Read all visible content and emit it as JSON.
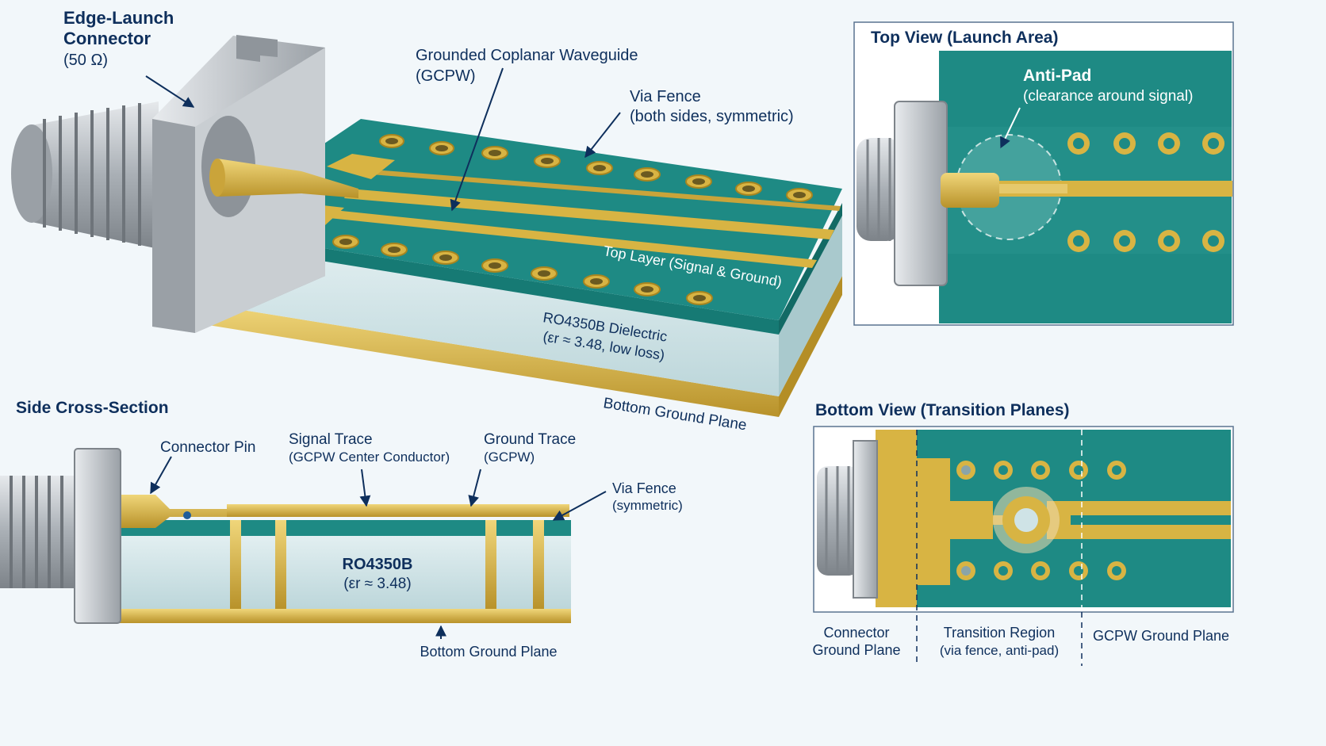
{
  "main_view": {
    "connector_title_1": "Edge-Launch",
    "connector_title_2": "Connector",
    "connector_sub": "(50 Ω)",
    "gcpw_1": "Grounded Coplanar Waveguide",
    "gcpw_2": "(GCPW)",
    "via_fence_1": "Via Fence",
    "via_fence_2": "(both sides, symmetric)",
    "top_layer": "Top Layer (Signal & Ground)",
    "dielectric_1": "RO4350B Dielectric",
    "dielectric_2": "(εr ≈ 3.48, low loss)",
    "bottom_ground": "Bottom Ground Plane"
  },
  "top_view": {
    "title": "Top View (Launch Area)",
    "anti_pad": "Anti-Pad",
    "anti_pad_sub": "(clearance around signal)"
  },
  "side_section": {
    "title": "Side Cross-Section",
    "connector_pin": "Connector Pin",
    "signal_trace_1": "Signal Trace",
    "signal_trace_2": "(GCPW Center Conductor)",
    "ground_trace_1": "Ground Trace",
    "ground_trace_2": "(GCPW)",
    "via_fence_1": "Via Fence",
    "via_fence_2": "(symmetric)",
    "material_1": "RO4350B",
    "material_2": "(εr ≈ 3.48)",
    "bottom_ground": "Bottom Ground Plane"
  },
  "bottom_view": {
    "title": "Bottom View (Transition Planes)",
    "region_1_line1": "Connector",
    "region_1_line2": "Ground Plane",
    "region_2_line1": "Transition Region",
    "region_2_line2": "(via fence, anti-pad)",
    "region_3": "GCPW Ground Plane"
  },
  "colors": {
    "pcb": "#1e8a84",
    "gold": "#d8b443",
    "dielectric": "#cfe3e6",
    "label": "#0e2f5c",
    "metal": "#b9bec3"
  }
}
